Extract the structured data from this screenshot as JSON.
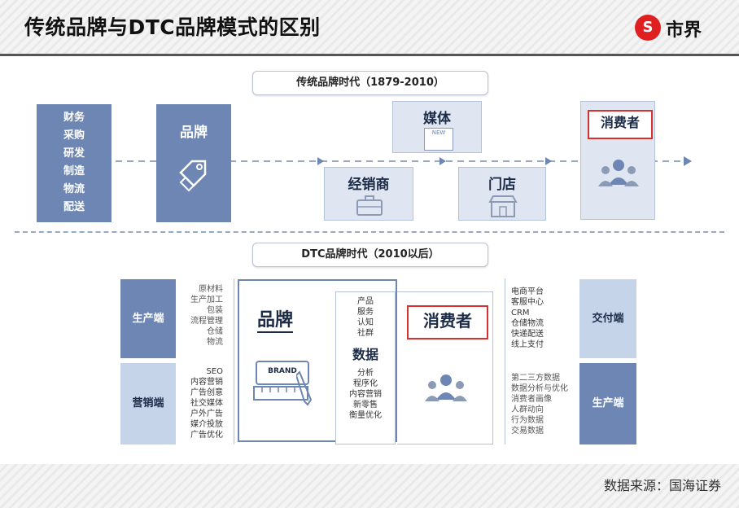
{
  "header": {
    "title": "传统品牌与DTC品牌模式的区别",
    "logo_mark": "S",
    "logo_text": "市界"
  },
  "traditional": {
    "heading": "传统品牌时代（1879-2010）",
    "functions": [
      "财务",
      "采购",
      "研发",
      "制造",
      "物流",
      "配送"
    ],
    "brand": "品牌",
    "media": "媒体",
    "media_icon_text": "NEW",
    "dealer": "经销商",
    "store": "门店",
    "consumer": "消费者"
  },
  "dtc": {
    "heading": "DTC品牌时代（2010以后）",
    "production_label": "生产端",
    "production_items": [
      "原材料",
      "生产加工",
      "包装",
      "流程管理",
      "仓储",
      "物流"
    ],
    "marketing_label": "营销端",
    "marketing_items": [
      "SEO",
      "内容营销",
      "广告创意",
      "社交媒体",
      "户外广告",
      "媒介投放",
      "广告优化"
    ],
    "brand": "品牌",
    "brand_icon_text": "BRAND",
    "center_top_items": [
      "产品",
      "服务",
      "认知",
      "社群"
    ],
    "data_label": "数据",
    "center_bottom_items": [
      "分析",
      "程序化",
      "内容营销",
      "新零售",
      "衡量优化"
    ],
    "consumer": "消费者",
    "delivery_label": "交付端",
    "delivery_items": [
      "电商平台",
      "客服中心",
      "CRM",
      "仓储物流",
      "快递配送",
      "线上支付"
    ],
    "right_production_label": "生产端",
    "right_data_items": [
      "第二三方数据",
      "数据分析与优化",
      "消费者画像",
      "人群动向",
      "行为数据",
      "交易数据"
    ]
  },
  "footer": {
    "source": "数据来源：国海证券"
  },
  "colors": {
    "dark_block": "#6e86b3",
    "light_block": "#dfe6f2",
    "accent_red": "#d63030",
    "logo_red": "#e02020"
  }
}
